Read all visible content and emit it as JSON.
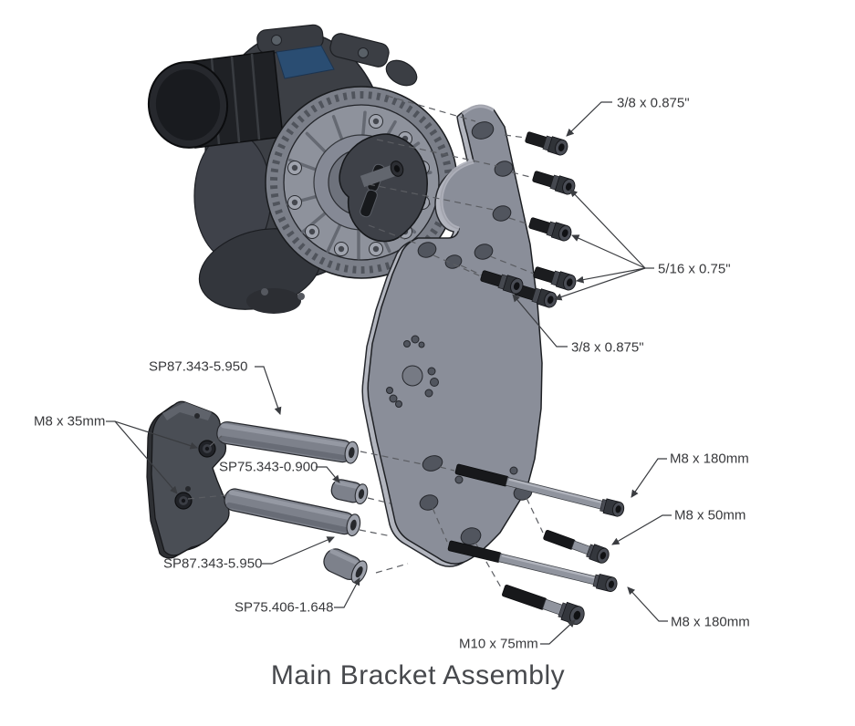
{
  "diagram": {
    "title": "Main Bracket Assembly",
    "labels": {
      "bolt_38_top": "3/8 x 0.875\"",
      "bolt_516": "5/16 x 0.75\"",
      "bolt_38_bottom": "3/8 x 0.875\"",
      "spacer_sp87_top": "SP87.343-5.950",
      "screw_m8_35": "M8 x 35mm",
      "spacer_sp75_343": "SP75.343-0.900",
      "spacer_sp87_bottom": "SP87.343-5.950",
      "spacer_sp75_406": "SP75.406-1.648",
      "bolt_m10_75": "M10 x 75mm",
      "bolt_m8_180_top": "M8 x 180mm",
      "bolt_m8_50": "M8 x 50mm",
      "bolt_m8_180_bottom": "M8 x 180mm"
    },
    "colors": {
      "background": "#ffffff",
      "plate": "#8a8e99",
      "plate_edge": "#b2b5be",
      "motor_body": "#3c3f45",
      "motor_face": "#8e929c",
      "inlet_duct": "#1f2125",
      "accent_blue": "#2a4d72",
      "hardware_dark": "#17181b",
      "spacer": "#7d818b",
      "leader_line": "#3a3c40",
      "label_text": "#38393c",
      "title_text": "#47494d"
    }
  }
}
